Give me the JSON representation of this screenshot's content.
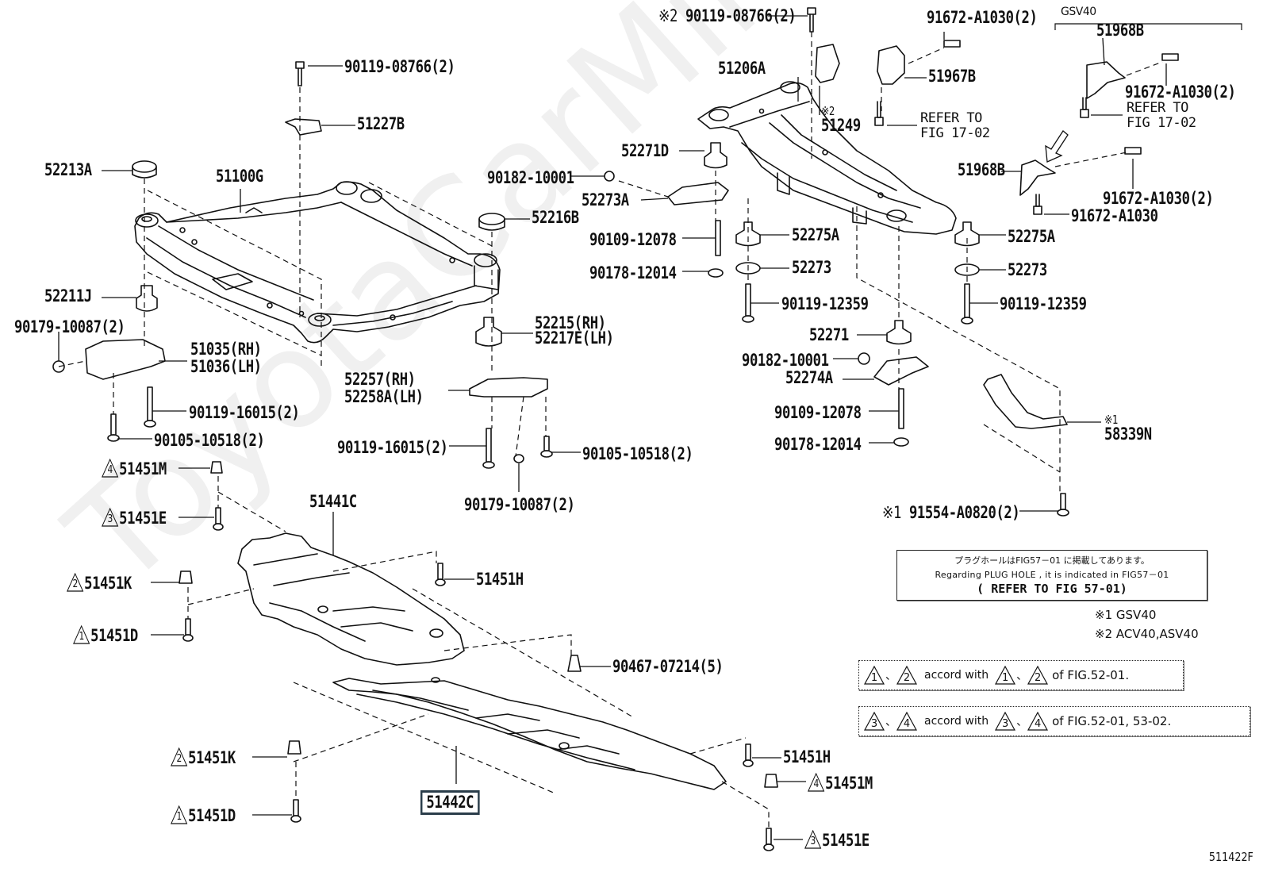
{
  "diagram": {
    "title_code": "511422F",
    "watermark": "ToyotaCarMirror",
    "group_label": "GSV40",
    "labels": [
      {
        "id": "90119-08766-a",
        "text": "90119-08766(2)",
        "size": "big"
      },
      {
        "id": "51227B",
        "text": "51227B",
        "size": "big"
      },
      {
        "id": "52213A",
        "text": "52213A",
        "size": "big"
      },
      {
        "id": "51100G",
        "text": "51100G",
        "size": "big"
      },
      {
        "id": "52216B",
        "text": "52216B",
        "size": "big"
      },
      {
        "id": "90182-10001-a",
        "text": "90182-10001",
        "size": "big"
      },
      {
        "id": "52211J",
        "text": "52211J",
        "size": "big"
      },
      {
        "id": "90179-10087-a",
        "text": "90179-10087(2)",
        "size": "big"
      },
      {
        "id": "51035",
        "text": "51035(RH)",
        "size": "big"
      },
      {
        "id": "51036",
        "text": "51036(LH)",
        "size": "big"
      },
      {
        "id": "90119-16015-a",
        "text": "90119-16015(2)",
        "size": "big"
      },
      {
        "id": "90105-10518-a",
        "text": "90105-10518(2)",
        "size": "big"
      },
      {
        "id": "52215",
        "text": "52215(RH)",
        "size": "big"
      },
      {
        "id": "52217E",
        "text": "52217E(LH)",
        "size": "big"
      },
      {
        "id": "52257",
        "text": "52257(RH)",
        "size": "big"
      },
      {
        "id": "52258A",
        "text": "52258A(LH)",
        "size": "big"
      },
      {
        "id": "90119-16015-b",
        "text": "90119-16015(2)",
        "size": "big"
      },
      {
        "id": "90105-10518-b",
        "text": "90105-10518(2)",
        "size": "big"
      },
      {
        "id": "90179-10087-b",
        "text": "90179-10087(2)",
        "size": "big"
      },
      {
        "id": "90119-08766-b",
        "text": "90119-08766(2)",
        "size": "big",
        "note": "※2"
      },
      {
        "id": "51206A",
        "text": "51206A",
        "size": "big"
      },
      {
        "id": "51249",
        "text": "51249",
        "size": "big",
        "note": "※2"
      },
      {
        "id": "52271D",
        "text": "52271D",
        "size": "big"
      },
      {
        "id": "52273A",
        "text": "52273A",
        "size": "big"
      },
      {
        "id": "90109-12078-a",
        "text": "90109-12078",
        "size": "big"
      },
      {
        "id": "90178-12014-a",
        "text": "90178-12014",
        "size": "big"
      },
      {
        "id": "52275A-a",
        "text": "52275A",
        "size": "big"
      },
      {
        "id": "52273-a",
        "text": "52273",
        "size": "big"
      },
      {
        "id": "90119-12359-a",
        "text": "90119-12359",
        "size": "big"
      },
      {
        "id": "52271",
        "text": "52271",
        "size": "big"
      },
      {
        "id": "90182-10001-b",
        "text": "90182-10001",
        "size": "big"
      },
      {
        "id": "52274A",
        "text": "52274A",
        "size": "big"
      },
      {
        "id": "90109-12078-b",
        "text": "90109-12078",
        "size": "big"
      },
      {
        "id": "90178-12014-b",
        "text": "90178-12014",
        "size": "big"
      },
      {
        "id": "91672-A1030-a",
        "text": "91672-A1030(2)",
        "size": "big"
      },
      {
        "id": "51967B",
        "text": "51967B",
        "size": "big"
      },
      {
        "id": "refer-a",
        "text": "REFER TO\nFIG 17-02",
        "size": "refer"
      },
      {
        "id": "51968B-a",
        "text": "51968B",
        "size": "big"
      },
      {
        "id": "91672-A1030-b",
        "text": "91672-A1030(2)",
        "size": "big"
      },
      {
        "id": "refer-b",
        "text": "REFER TO\nFIG 17-02",
        "size": "refer"
      },
      {
        "id": "51968B-b",
        "text": "51968B",
        "size": "big"
      },
      {
        "id": "91672-A1030-c",
        "text": "91672-A1030(2)",
        "size": "big"
      },
      {
        "id": "91672-A1030-d",
        "text": "91672-A1030",
        "size": "big"
      },
      {
        "id": "52275A-b",
        "text": "52275A",
        "size": "big"
      },
      {
        "id": "52273-b",
        "text": "52273",
        "size": "big"
      },
      {
        "id": "90119-12359-b",
        "text": "90119-12359",
        "size": "big"
      },
      {
        "id": "58339N",
        "text": "58339N",
        "size": "big",
        "note": "※1"
      },
      {
        "id": "91554-A0820",
        "text": "91554-A0820(2)",
        "size": "big",
        "note": "※1"
      },
      {
        "id": "51441C",
        "text": "51441C",
        "size": "big"
      },
      {
        "id": "51451H-a",
        "text": "51451H",
        "size": "big"
      },
      {
        "id": "90467-07214",
        "text": "90467-07214(5)",
        "size": "big"
      },
      {
        "id": "51442C",
        "text": "51442C",
        "size": "big",
        "boxed": true
      },
      {
        "id": "51451H-b",
        "text": "51451H",
        "size": "big"
      }
    ],
    "triangle_labels": [
      {
        "id": "51451M-a",
        "num": "4",
        "text": "51451M"
      },
      {
        "id": "51451E-a",
        "num": "3",
        "text": "51451E"
      },
      {
        "id": "51451K-a",
        "num": "2",
        "text": "51451K"
      },
      {
        "id": "51451D-a",
        "num": "1",
        "text": "51451D"
      },
      {
        "id": "51451K-b",
        "num": "2",
        "text": "51451K"
      },
      {
        "id": "51451D-b",
        "num": "1",
        "text": "51451D"
      },
      {
        "id": "51451M-b",
        "num": "4",
        "text": "51451M"
      },
      {
        "id": "51451E-b",
        "num": "3",
        "text": "51451E"
      }
    ],
    "plug_note": {
      "jp": "プラグホールはFIG57－01 に掲載してあります。",
      "en": "Regarding PLUG HOLE , it is indicated in FIG57－01",
      "ref": "( REFER TO FIG 57-01)"
    },
    "legend": [
      {
        "mark": "※1",
        "text": "GSV40"
      },
      {
        "mark": "※2",
        "text": "ACV40,ASV40"
      }
    ],
    "accord_notes": [
      {
        "a": "1",
        "b": "2",
        "c": "1",
        "d": "2",
        "text": "accord with",
        "fig": "of FIG.52-01."
      },
      {
        "a": "3",
        "b": "4",
        "c": "3",
        "d": "4",
        "text": "accord with",
        "fig": "of FIG.52-01, 53-02."
      }
    ],
    "separator": "、"
  }
}
